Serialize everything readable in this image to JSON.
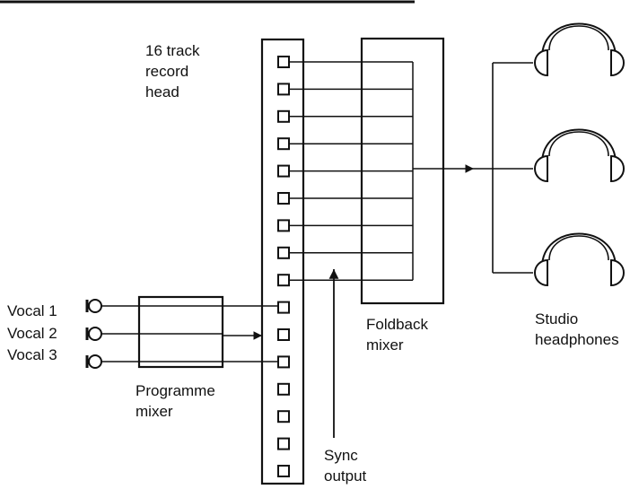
{
  "labels": {
    "record_head": [
      "16 track",
      "record",
      "head"
    ],
    "foldback_mixer": [
      "Foldback",
      "mixer"
    ],
    "studio_headphones": [
      "Studio",
      "headphones"
    ],
    "programme_mixer": [
      "Programme",
      "mixer"
    ],
    "sync_output": [
      "Sync",
      "output"
    ],
    "vocals": [
      "Vocal 1",
      "Vocal 2",
      "Vocal 3"
    ]
  },
  "record_head": {
    "track_count": 16
  },
  "headphones": {
    "count": 3
  },
  "colors": {
    "ink": "#111111",
    "background": "#ffffff"
  }
}
